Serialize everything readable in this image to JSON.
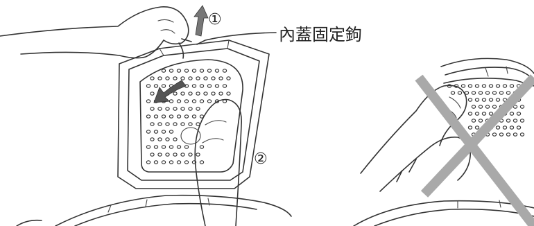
{
  "callout": {
    "label": "內蓋固定鉤"
  },
  "steps": [
    {
      "marker": "①"
    },
    {
      "marker": "②"
    }
  ],
  "colors": {
    "line": "#333333",
    "cross_mark": "#a9a9a9",
    "arrow": "#555555"
  },
  "icons": {
    "correct_panel": "hands-removing-inner-lid",
    "incorrect_panel": "prohibited-cross-mark"
  }
}
